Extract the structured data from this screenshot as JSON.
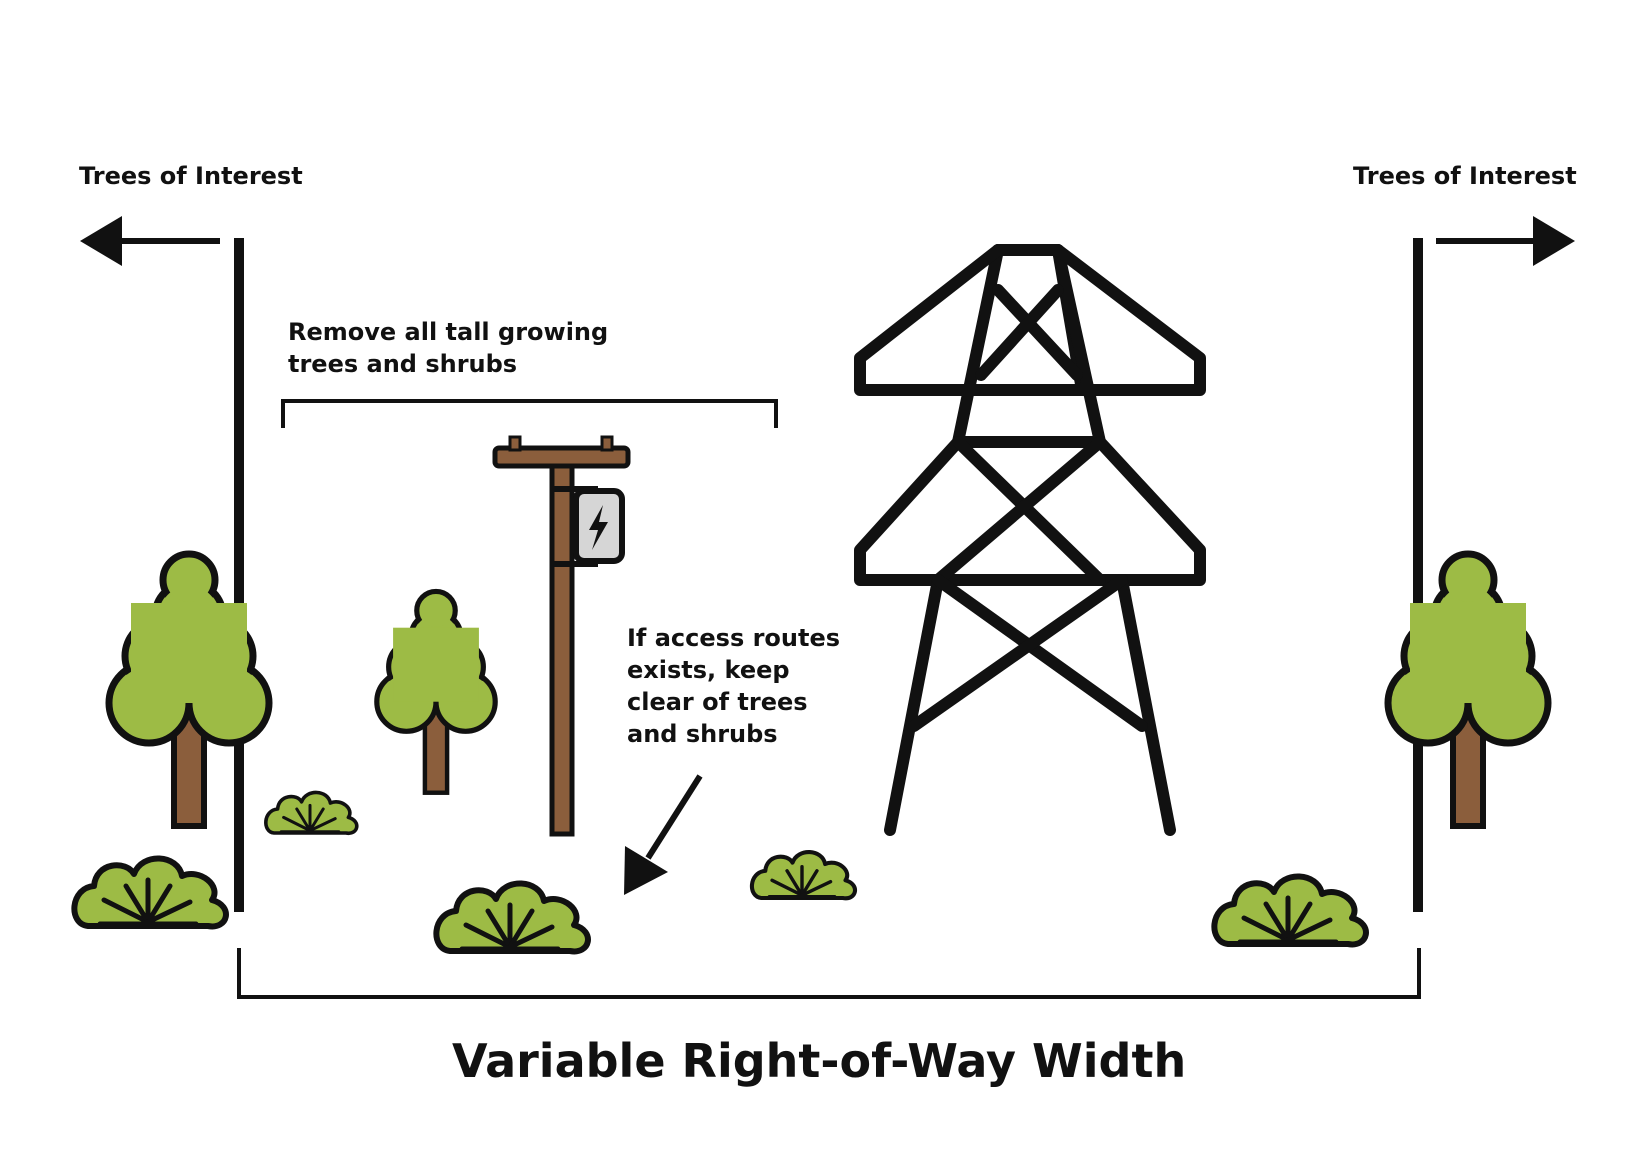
{
  "labels": {
    "trees_left": "Trees of Interest",
    "trees_right": "Trees of Interest",
    "remove_line1": "Remove all tall growing",
    "remove_line2": "trees and shrubs",
    "access_line1": "If access routes",
    "access_line2": "exists, keep",
    "access_line3": "clear of trees",
    "access_line4": "and shrubs",
    "footer": "Variable Right-of-Way Width"
  },
  "colors": {
    "ink": "#111111",
    "foliage": "#9dbb45",
    "trunk": "#8b5e3c",
    "transformer": "#d6d6d6"
  },
  "icons": [
    "tree-icon",
    "shrub-icon",
    "utility-pole-icon",
    "transformer-icon",
    "lightning-bolt-icon",
    "transmission-tower-icon",
    "arrow-icon"
  ]
}
